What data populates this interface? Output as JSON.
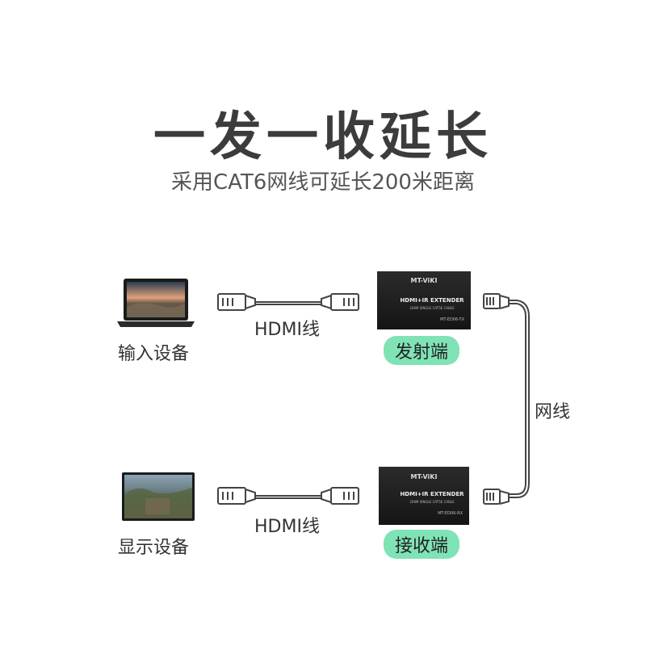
{
  "title": "一发一收延长",
  "subtitle": "采用CAT6网线可延长200米距离",
  "input_device": {
    "label": "输入设备"
  },
  "display_device": {
    "label": "显示设备"
  },
  "hdmi_cable_top": {
    "label": "HDMI线"
  },
  "hdmi_cable_bottom": {
    "label": "HDMI线"
  },
  "transmitter": {
    "label": "发射端",
    "brand": "MT-ViKI",
    "product": "HDMI+IR EXTENDER",
    "spec": "200M SINGLE CAT5E CABLE",
    "model": "MT-ED06-TX"
  },
  "receiver": {
    "label": "接收端",
    "brand": "MT-ViKI",
    "product": "HDMI+IR EXTENDER",
    "spec": "200M SINGLE CAT5E CABLE",
    "model": "MT-ED06-RX"
  },
  "network_cable": {
    "label": "网线"
  },
  "colors": {
    "accent": "#7fe3b6",
    "device": "#1f1f1f",
    "cable": "#444444"
  }
}
